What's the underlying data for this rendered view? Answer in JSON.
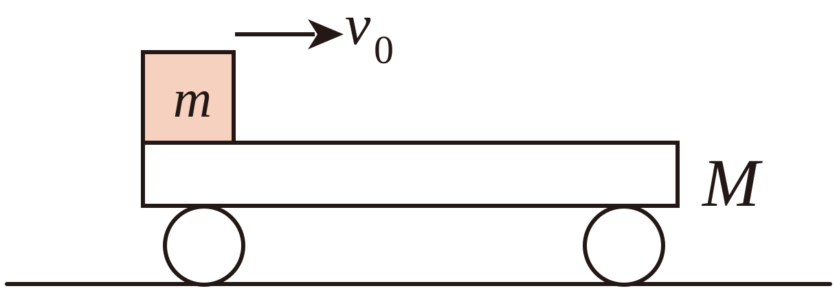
{
  "labels": {
    "block_mass": "m",
    "cart_mass": "M",
    "velocity_symbol": "v",
    "velocity_subscript": "0"
  },
  "colors": {
    "stroke": "#231815",
    "block_fill": "#f6d1bf",
    "cart_fill": "#ffffff",
    "background": "#ffffff"
  }
}
